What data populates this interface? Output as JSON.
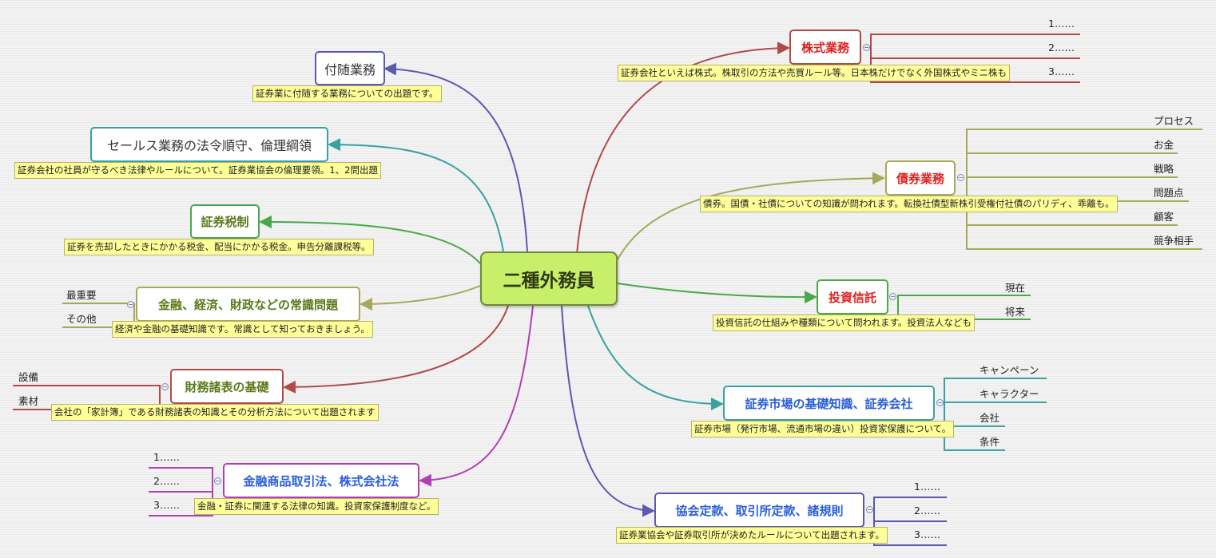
{
  "central": {
    "label": "二種外務員"
  },
  "branches": {
    "kabushiki": {
      "label": "株式業務",
      "note": "証券会社といえば株式。株取引の方法や売買ルール等。日本株だけでなく外国株式やミニ株も",
      "leaves": [
        "1……",
        "2……",
        "3……"
      ],
      "color": "#b04a48",
      "text_color": "#e02020"
    },
    "saiken": {
      "label": "債券業務",
      "note": "債券。国債・社債についての知識が問われます。転換社債型新株引受権付社債のパリディ、乖離も。",
      "leaves": [
        "プロセス",
        "お金",
        "戦略",
        "問題点",
        "顧客",
        "競争相手"
      ],
      "color": "#a8a85a",
      "text_color": "#e02020"
    },
    "toushi": {
      "label": "投資信託",
      "note": "投資信託の仕組みや種類について問われます。投資法人なども",
      "leaves": [
        "現在",
        "将来"
      ],
      "color": "#4aa84a",
      "text_color": "#e02020"
    },
    "shijou": {
      "label": "証券市場の基礎知識、証券会社",
      "note": "証券市場（発行市場、流通市場の違い）投資家保護について。",
      "leaves": [
        "キャンペーン",
        "キャラクター",
        "会社",
        "条件"
      ],
      "color": "#3aa0a0",
      "text_color": "#2a5ed8"
    },
    "kyoukai": {
      "label": "協会定款、取引所定款、諸規則",
      "note": "証券業協会や証券取引所が決めたルールについて出題されます。",
      "leaves": [
        "1……",
        "2……",
        "3……"
      ],
      "color": "#5a5ab0",
      "text_color": "#2a5ed8"
    },
    "fuzui": {
      "label": "付随業務",
      "note": "証券業に付随する業務についての出題です。",
      "color": "#5a5ab0",
      "text_color": "#333333"
    },
    "sales": {
      "label": "セールス業務の法令順守、倫理綱領",
      "note": "証券会社の社員が守るべき法律やルールについて。証券業協会の倫理要領。1、2問出題",
      "color": "#3aa0a0",
      "text_color": "#333333"
    },
    "zeisei": {
      "label": "証券税制",
      "note": "証券を売却したときにかかる税金、配当にかかる税金。申告分離課税等。",
      "color": "#4aa84a",
      "text_color": "#5a7a1a"
    },
    "kinyu": {
      "label": "金融、経済、財政などの常識問題",
      "note": "経済や金融の基礎知識です。常識として知っておきましょう。",
      "leaves": [
        "最重要",
        "その他"
      ],
      "color": "#a8a85a",
      "text_color": "#5a7a1a"
    },
    "zaimu": {
      "label": "財務諸表の基礎",
      "note": "会社の「家計簿」である財務諸表の知識とその分析方法について出題されます",
      "leaves": [
        "設備",
        "素材"
      ],
      "color": "#b04a48",
      "text_color": "#5a7a1a"
    },
    "kinsho": {
      "label": "金融商品取引法、株式会社法",
      "note": "金融・証券に関連する法律の知識。投資家保護制度など。",
      "leaves": [
        "1……",
        "2……",
        "3……"
      ],
      "color": "#b040b0",
      "text_color": "#2a5ed8"
    }
  }
}
